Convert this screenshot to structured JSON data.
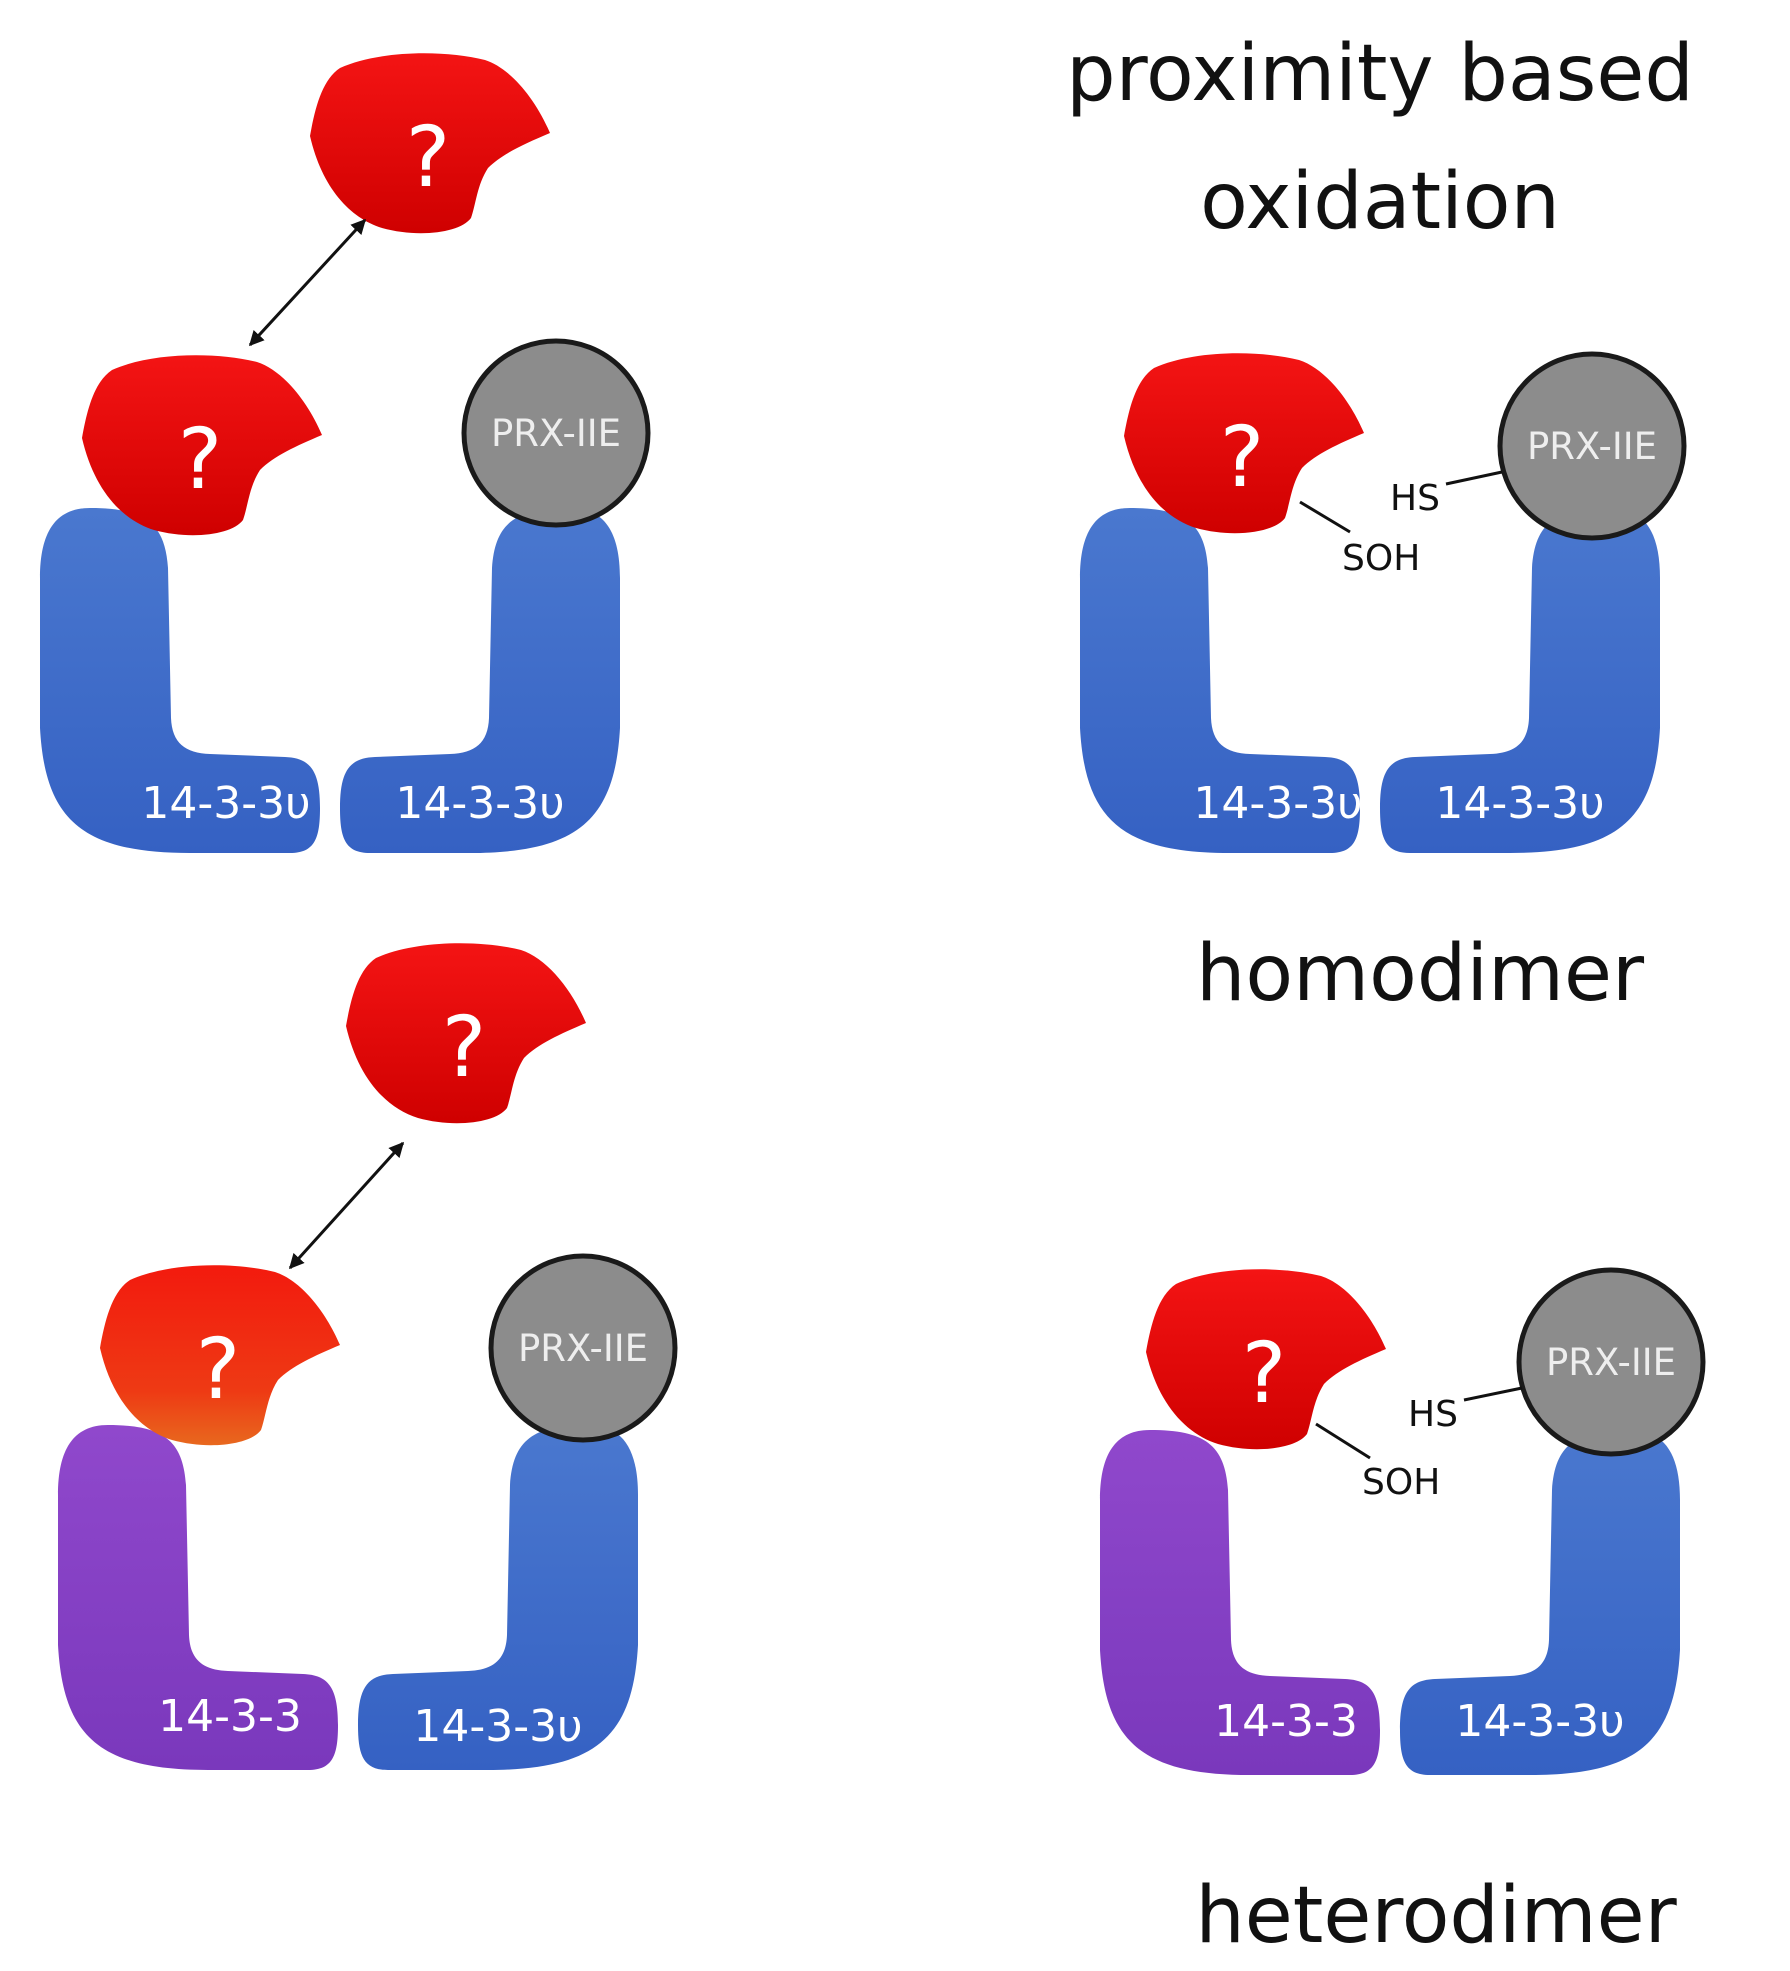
{
  "captions": {
    "proximity_line1": "proximity based",
    "proximity_line2": "oxidation",
    "homodimer": "homodimer",
    "heterodimer": "heterodimer"
  },
  "labels": {
    "question": "?",
    "prx": "PRX-IIE",
    "subunit_upsilon": "14-3-3υ",
    "subunit_generic": "14-3-3",
    "thiol": "HS",
    "sulfenic": "SOH"
  },
  "colors": {
    "client_red": "#ee1111",
    "upsilon_blue": "#3f6ac8",
    "generic_purple": "#8440c4",
    "prx_gray": "#8c8c8c"
  }
}
